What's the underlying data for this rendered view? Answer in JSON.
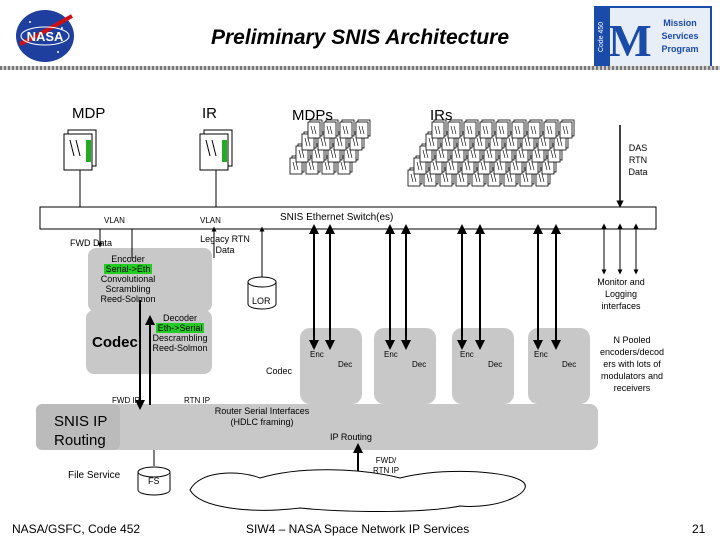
{
  "title": "Preliminary SNIS Architecture",
  "logos": {
    "nasa_text": "NASA",
    "msp_lines": [
      "Mission",
      "Services",
      "Program"
    ],
    "msp_code": "Code 450",
    "msp_letter": "M"
  },
  "columns": {
    "mdp": "MDP",
    "ir": "IR",
    "mdps": "MDPs",
    "irs": "IRs"
  },
  "das_rtn": [
    "DAS",
    "RTN",
    "Data"
  ],
  "switch": {
    "label": "SNIS Ethernet Switch(es)",
    "vlan_left": "VLAN",
    "vlan_right": "VLAN"
  },
  "fwd_data": "FWD Data",
  "legacy_rtn": [
    "Legacy RTN",
    "Data"
  ],
  "encoder": {
    "title": "Encoder",
    "lines": [
      "Serial->Eth",
      "Convolutional",
      "Scrambling",
      "Reed-Solmon"
    ]
  },
  "decoder": {
    "title": "Decoder",
    "lines": [
      "Eth->Serial",
      "Descrambling",
      "Reed-Solmon"
    ]
  },
  "codec_big": "Codec",
  "codec_small": "Codec",
  "lor": "LOR",
  "monitor": [
    "Monitor and",
    "Logging",
    "interfaces"
  ],
  "pooled": [
    "N Pooled",
    "encoders/decod",
    "ers with lots of",
    "modulators and",
    "receivers"
  ],
  "enc_label": "Enc",
  "dec_label": "Dec",
  "fwd_ip": "FWD IP",
  "rtn_ip": "RTN IP",
  "router_if": [
    "Router Serial Interfaces",
    "(HDLC framing)"
  ],
  "snis_ip": [
    "SNIS IP",
    "Routing"
  ],
  "ip_routing": "IP Routing",
  "file_service": "File Service",
  "fs": "FS",
  "fwd_rtn_ip": [
    "FWD/",
    "RTN IP"
  ],
  "footer": {
    "left": "NASA/GSFC, Code 452",
    "center": "SIW4 – NASA Space Network IP Services",
    "page": "21"
  },
  "colors": {
    "nasa_blue": "#1f3f9f",
    "nasa_red": "#d01010",
    "panel_gray": "#c8c8c8",
    "device_green": "#22aa22",
    "msp_blue": "#1a4ba8"
  }
}
